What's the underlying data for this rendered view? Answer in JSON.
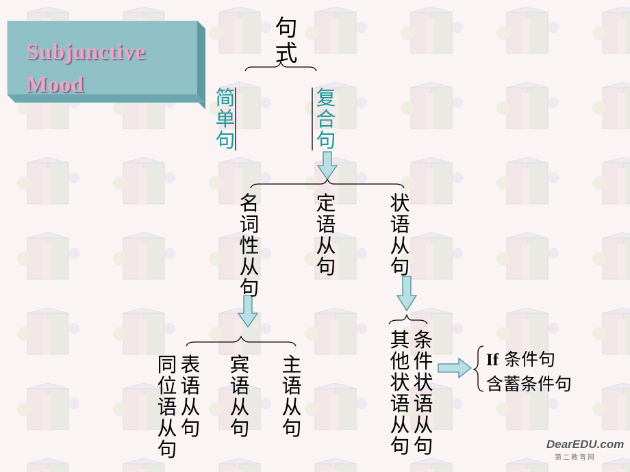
{
  "title": {
    "line1": "Subjunctive",
    "line2": "Mood"
  },
  "root": "句式",
  "level1": {
    "simple": "简单句",
    "compound": "复合句"
  },
  "level2": {
    "noun_clause": "名词性从句",
    "attributive_clause": "定语从句",
    "adverbial_clause": "状语从句"
  },
  "noun_clause_types": {
    "appositive": "同位语从句",
    "predicative": "表语从句",
    "object": "宾语从句",
    "subject": "主语从句"
  },
  "adverbial_types": {
    "other": "其他状语从句",
    "conditional": "条件状语从句"
  },
  "conditional_types": {
    "if_prefix": "If",
    "if_rest": " 条件句",
    "implicit": "含蓄条件句"
  },
  "watermark": {
    "main": "DearEDU.com",
    "sub": "第二教育网"
  },
  "colors": {
    "teal_text": "#1a9a9a",
    "arrow_fill": "#b8dfe3",
    "arrow_stroke": "#4d8f97",
    "title_text": "#e8a7c4"
  }
}
